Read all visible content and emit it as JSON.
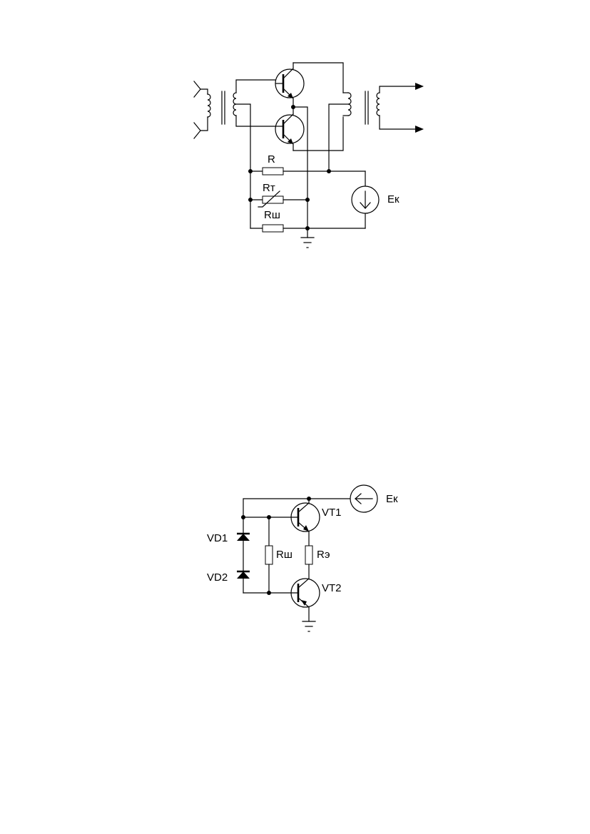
{
  "diagram_top": {
    "labels": {
      "r": "R",
      "r_thermistor": "Rт",
      "r_shunt": "Rш",
      "supply": "Ек"
    }
  },
  "diagram_bottom": {
    "labels": {
      "supply": "Ек",
      "vt1": "VT1",
      "vt2": "VT2",
      "vd1": "VD1",
      "vd2": "VD2",
      "r_shunt": "Rш",
      "r_emitter": "Rэ"
    }
  }
}
